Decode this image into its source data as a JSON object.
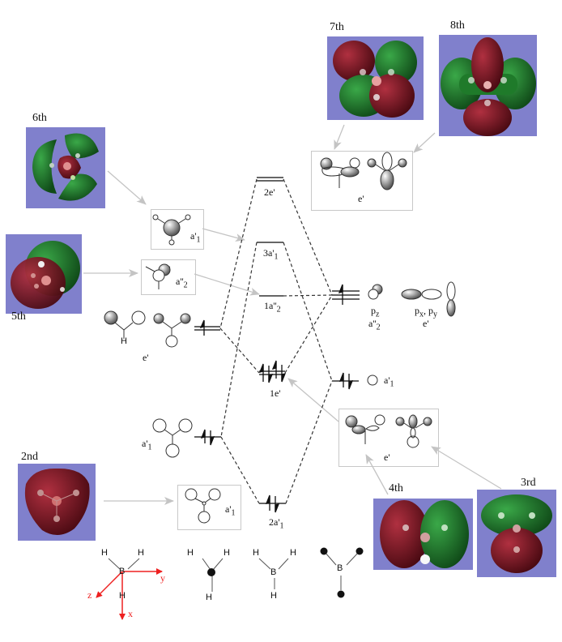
{
  "figure": {
    "title": "BH3 molecular orbital diagram",
    "orbital_panels": [
      {
        "id": "7th",
        "label": "7th",
        "color_pos": "#8a1a24",
        "color_neg": "#1e7a2c"
      },
      {
        "id": "8th",
        "label": "8th"
      },
      {
        "id": "6th",
        "label": "6th"
      },
      {
        "id": "5th",
        "label": "5th"
      },
      {
        "id": "2nd",
        "label": "2nd"
      },
      {
        "id": "4th",
        "label": "4th"
      },
      {
        "id": "3rd",
        "label": "3rd"
      }
    ],
    "mo_levels": {
      "2e": "2e'",
      "3a1": "3a'",
      "3a1_sub": "1",
      "1a2": "1a''",
      "1a2_sub": "2",
      "1e": "1e'",
      "2a1": "2a'",
      "2a1_sub": "1"
    },
    "fragment_boxes": {
      "top_e": "e'",
      "a1_mid": "a'",
      "a1_mid_sub": "1",
      "a2": "a''",
      "a2_sub": "2",
      "a1_low": "a'",
      "a1_low_sub": "1",
      "e_right": "e'"
    },
    "boron_ao": {
      "pz": "p",
      "pz_sub": "z",
      "pz_sym": "a''",
      "pz_sym_sub": "2",
      "pxpy_p1": "p",
      "pxpy_s1": "x",
      "pxpy_sep": ", ",
      "pxpy_p2": "p",
      "pxpy_s2": "y",
      "pxpy_sym": "e'",
      "s_sym": "a'",
      "s_sym_sub": "1"
    },
    "h3_salc": {
      "e_label": "e'",
      "h_label": "H",
      "a1_label": "a'",
      "a1_sub": "1"
    },
    "structures": {
      "H": "H",
      "B": "B",
      "axis_x": "x",
      "axis_y": "y",
      "axis_z": "z"
    },
    "colors": {
      "panel_bg": "#8080cc",
      "lobe_red": "#7a1420",
      "lobe_green": "#1f7a2a",
      "arrow_gray": "#c4c4c4",
      "axis_red": "#ee2020"
    }
  }
}
